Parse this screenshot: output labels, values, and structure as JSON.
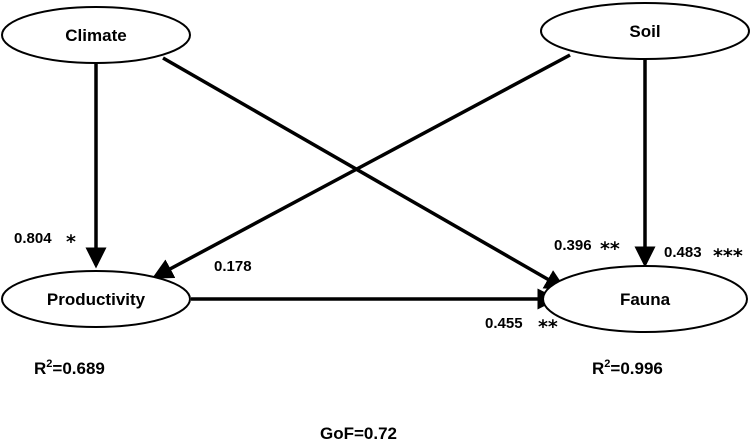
{
  "nodes": {
    "climate": "Climate",
    "soil": "Soil",
    "productivity": "Productivity",
    "fauna": "Fauna"
  },
  "paths": {
    "climate_productivity": {
      "value": "0.804",
      "stars": "*"
    },
    "soil_productivity": {
      "value": "0.178",
      "stars": ""
    },
    "climate_fauna": {
      "value": "0.396",
      "stars": "**"
    },
    "soil_fauna": {
      "value": "0.483",
      "stars": "***"
    },
    "productivity_fauna": {
      "value": "0.455",
      "stars": "**"
    }
  },
  "r_squared": {
    "prefix": "R",
    "superscript": "2",
    "productivity_value": "=0.689",
    "fauna_value": "=0.996"
  },
  "gof": "GoF=0.72"
}
